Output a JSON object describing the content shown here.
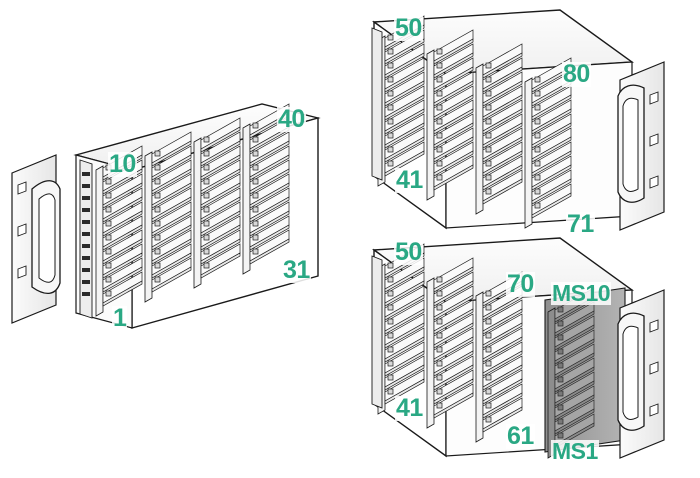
{
  "figure": {
    "type": "technical-line-illustration",
    "subject": "Storage enclosure drive bay numbering diagrams",
    "background_color": "#ffffff",
    "label_color": "#2aa884",
    "line_color": "#1a1a1a",
    "shaded_column_color": "#9a9a9a"
  },
  "enclosures": [
    {
      "id": "enclosure-bottom-left",
      "name": "40-bay enclosure",
      "handle_side": "left",
      "bay_columns": 4,
      "bay_rows": 10,
      "labels": [
        {
          "name": "label-10",
          "text": "10",
          "corner": "top-left"
        },
        {
          "name": "label-40",
          "text": "40",
          "corner": "top-right"
        },
        {
          "name": "label-1",
          "text": "1",
          "corner": "bottom-left"
        },
        {
          "name": "label-31",
          "text": "31",
          "corner": "bottom-right"
        }
      ]
    },
    {
      "id": "enclosure-top-right",
      "name": "80-bay enclosure",
      "handle_side": "right",
      "bay_columns": 4,
      "bay_rows": 10,
      "labels": [
        {
          "name": "label-50",
          "text": "50",
          "corner": "top-left"
        },
        {
          "name": "label-80",
          "text": "80",
          "corner": "top-right"
        },
        {
          "name": "label-41",
          "text": "41",
          "corner": "bottom-left"
        },
        {
          "name": "label-71",
          "text": "71",
          "corner": "bottom-right"
        }
      ]
    },
    {
      "id": "enclosure-bottom-right",
      "name": "70-bay enclosure with media slot column",
      "handle_side": "right",
      "bay_columns": 4,
      "bay_rows": 10,
      "has_shaded_media_column": true,
      "labels": [
        {
          "name": "label-50",
          "text": "50",
          "corner": "top-left"
        },
        {
          "name": "label-70",
          "text": "70",
          "corner": "top-right"
        },
        {
          "name": "label-ms10",
          "text": "MS10",
          "corner": "media-top"
        },
        {
          "name": "label-41",
          "text": "41",
          "corner": "bottom-left"
        },
        {
          "name": "label-61",
          "text": "61",
          "corner": "bottom-right"
        },
        {
          "name": "label-ms1",
          "text": "MS1",
          "corner": "media-bottom"
        }
      ]
    }
  ]
}
